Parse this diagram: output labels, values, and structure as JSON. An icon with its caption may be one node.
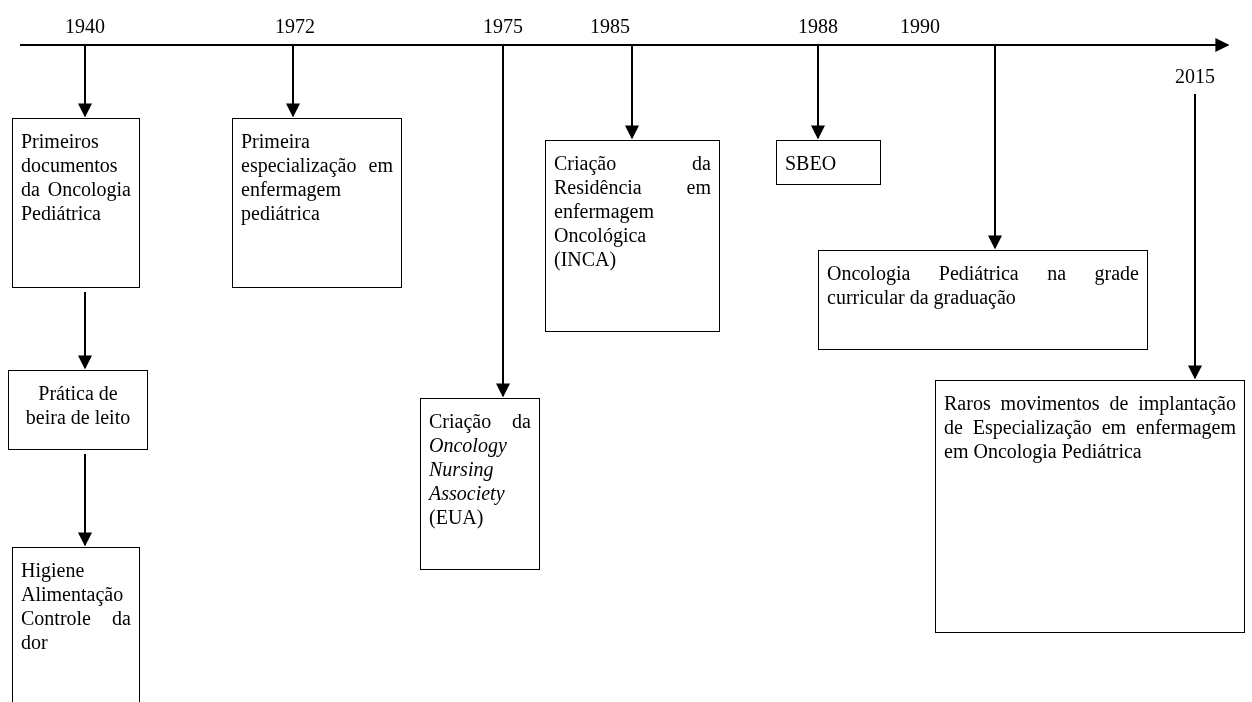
{
  "diagram": {
    "nodes": [
      {
        "text": [
          "1940"
        ]
      },
      {
        "text": [
          "1972"
        ]
      },
      {
        "text": [
          "1975"
        ]
      },
      {
        "text": [
          "1985"
        ]
      },
      {
        "text": [
          "1988"
        ]
      },
      {
        "text": [
          "1990"
        ]
      },
      {
        "text": [
          "2015"
        ]
      },
      {
        "text": [
          "Primeiros documentos da Oncologia Pediátrica"
        ]
      },
      {
        "text": [
          "Prática de beira de leito"
        ]
      },
      {
        "text": [
          "Higiene Alimentação Controle da dor"
        ]
      },
      {
        "text": [
          "Primeira especialização em enfermagem pediátrica"
        ]
      },
      {
        "text": [
          "Criação da *Oncology Nursing Associety* (EUA)"
        ]
      },
      {
        "text": [
          "Criação da Residência em enfermagem Oncológica (INCA)"
        ]
      },
      {
        "text": [
          "SBEO"
        ]
      },
      {
        "text": [
          "Oncologia Pediátrica na grade curricular da graduação"
        ]
      },
      {
        "text": [
          "Raros movimentos de implantação de Especialização em enfermagem em Oncologia Pediátrica"
        ]
      }
    ],
    "edges": [
      {
        "from": 0,
        "to": 7,
        "arrow": "to"
      },
      {
        "from": 7,
        "to": 8,
        "arrow": "to"
      },
      {
        "from": 8,
        "to": 9,
        "arrow": "to"
      },
      {
        "from": 1,
        "to": 10,
        "arrow": "to"
      },
      {
        "from": 2,
        "to": 11,
        "arrow": "to"
      },
      {
        "from": 3,
        "to": 12,
        "arrow": "to"
      },
      {
        "from": 4,
        "to": 13,
        "arrow": "to"
      },
      {
        "from": 5,
        "to": 14,
        "arrow": "to"
      },
      {
        "from": 6,
        "to": 15,
        "arrow": "to"
      }
    ]
  }
}
